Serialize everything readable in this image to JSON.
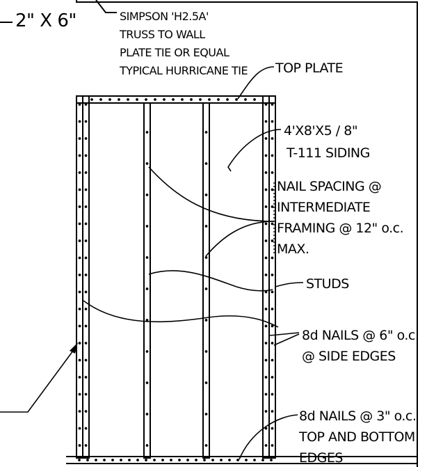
{
  "header": {
    "lumber_size": "2\" X 6\""
  },
  "labels": {
    "tie_lines": [
      "SIMPSON 'H2.5A'",
      "TRUSS TO WALL",
      "PLATE TIE OR EQUAL",
      "TYPICAL HURRICANE TIE"
    ],
    "top_plate": "TOP PLATE",
    "siding_lines": [
      "4'X8'X5 / 8\"",
      "T-111 SIDING"
    ],
    "nail_spacing_lines": [
      "NAIL SPACING @",
      "INTERMEDIATE",
      "FRAMING @ 12\" o.c.",
      "MAX."
    ],
    "studs": "STUDS",
    "side_nails_lines": [
      "8d NAILS @ 6\" o.c.",
      "@ SIDE EDGES"
    ],
    "edge_nails_lines": [
      "8d NAILS @ 3\" o.c.",
      "TOP AND BOTTOM",
      "EDGES"
    ]
  },
  "colors": {
    "ink": "#000000",
    "paper": "#ffffff"
  }
}
